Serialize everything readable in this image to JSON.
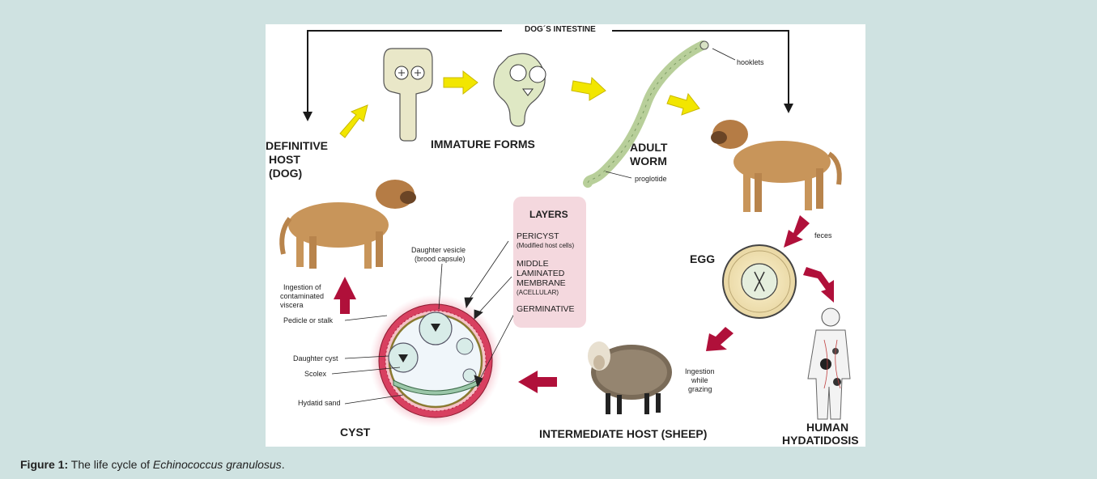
{
  "diagram": {
    "top_label": "DOG´S INTESTINE",
    "definitive_host": [
      "DEFINITIVE",
      "HOST",
      "(DOG)"
    ],
    "immature_forms": "IMMATURE FORMS",
    "adult_worm": [
      "ADULT",
      "WORM"
    ],
    "hooklets": "hooklets",
    "proglotide": "proglotide",
    "feces": "feces",
    "egg": "EGG",
    "human_hydatidosis": [
      "HUMAN",
      "HYDATIDOSIS"
    ],
    "ingestion_grazing": [
      "Ingestion",
      "while",
      "grazing"
    ],
    "intermediate_host": "INTERMEDIATE HOST (SHEEP)",
    "cyst": "CYST",
    "ingestion_viscera": [
      "Ingestion of",
      "contaminated",
      "viscera"
    ],
    "layers": {
      "title": "LAYERS",
      "pericyst": "PERICYST",
      "pericyst_note": "(Modified host cells)",
      "middle": [
        "MIDDLE",
        "LAMINATED",
        "MEMBRANE"
      ],
      "middle_note": "(ACELLULAR)",
      "germinative": "GERMINATIVE"
    },
    "cyst_labels": {
      "daughter_vesicle": [
        "Daughter vesicle",
        "(brood capsule)"
      ],
      "pedicle": "Pedicle or stalk",
      "daughter_cyst": "Daughter cyst",
      "scolex": "Scolex",
      "hydatid_sand": "Hydatid sand"
    },
    "colors": {
      "yellow_arrow": "#f2e600",
      "red_arrow": "#b0103a",
      "cyst_outer": "#d84060",
      "layers_box": "#f4d8de"
    }
  },
  "caption": {
    "label": "Figure 1:",
    "text": " The life cycle of ",
    "species": "Echinococcus granulosus",
    "end": "."
  }
}
